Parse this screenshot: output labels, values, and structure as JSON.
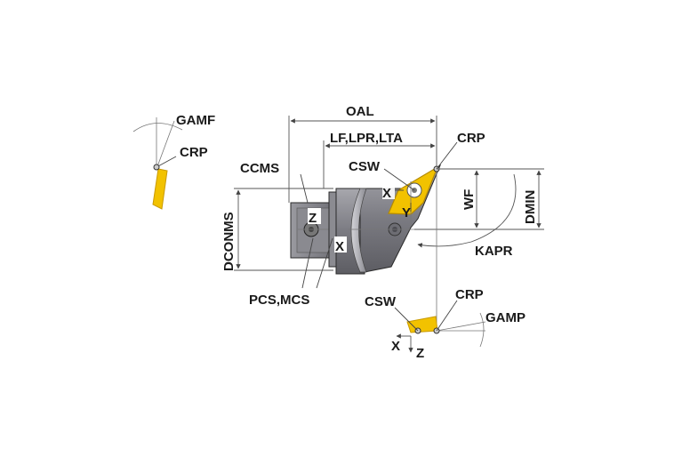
{
  "labels": {
    "gamf": "GAMF",
    "crp_left": "CRP",
    "ccms": "CCMS",
    "dconms": "DCONMS",
    "oal": "OAL",
    "lf_lpr_lta": "LF,LPR,LTA",
    "crp_top": "CRP",
    "csw_top": "CSW",
    "wf": "WF",
    "dmin": "DMIN",
    "kapr": "KAPR",
    "pcs_mcs": "PCS,MCS",
    "z_main": "Z",
    "x_main": "X",
    "x_insert": "X",
    "y_insert": "Y",
    "csw_bottom": "CSW",
    "crp_bottom": "CRP",
    "gamp": "GAMP",
    "x_bottom": "X",
    "z_bottom": "Z"
  },
  "colors": {
    "insert_yellow": "#f2c200",
    "insert_edge": "#c99a00",
    "body_dark": "#6e6e73",
    "body_mid": "#8d8d94",
    "body_light": "#b9b9bf",
    "dimension_line": "#555555",
    "text": "#1a1a1a"
  }
}
